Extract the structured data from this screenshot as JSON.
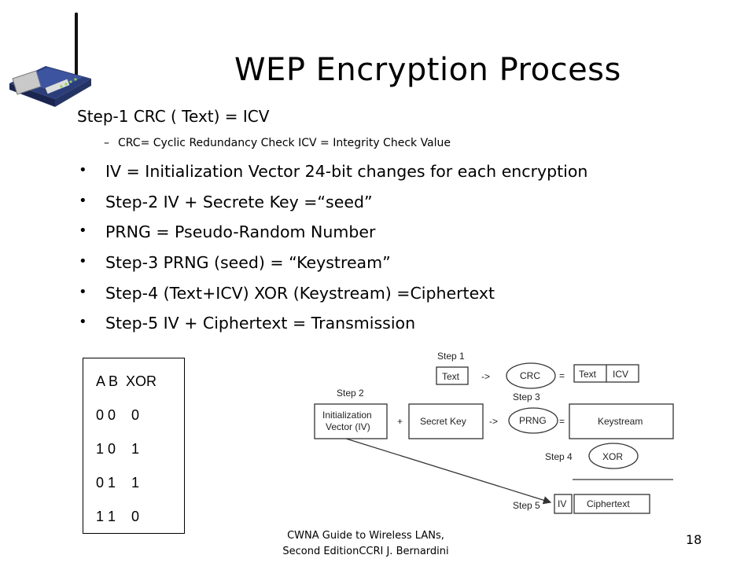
{
  "slide": {
    "title": "WEP Encryption Process",
    "step1": "Step-1 CRC ( Text) = ICV",
    "sub_dash": "–",
    "sub_text": "CRC= Cyclic Redundancy Check ICV = Integrity Check Value",
    "bullet_glyph": "•",
    "bullets": [
      "IV = Initialization Vector 24-bit changes for each encryption",
      "Step-2 IV + Secrete Key =“seed”",
      "PRNG = Pseudo-Random Number",
      "Step-3 PRNG (seed) = “Keystream”",
      "Step-4 (Text+ICV) XOR (Keystream) =Ciphertext",
      "Step-5 IV + Ciphertext = Transmission"
    ],
    "xor_table": [
      "A B  XOR",
      "0 0    0",
      "1 0    1",
      "0 1    1",
      "1 1    0"
    ],
    "diagram": {
      "step1": "Step 1",
      "text": "Text",
      "arrow1": "->",
      "crc": "CRC",
      "eq1": "=",
      "text2": "Text",
      "icv": "ICV",
      "step2": "Step 2",
      "iv_line1": "Initialization",
      "iv_line2": "Vector (IV)",
      "plus": "+",
      "secret_key": "Secret Key",
      "arrow2": "->",
      "step3": "Step 3",
      "prng": "PRNG",
      "eq2": "=",
      "keystream": "Keystream",
      "step4": "Step 4",
      "xor": "XOR",
      "step5": "Step 5",
      "iv": "IV",
      "ciphertext": "Ciphertext"
    },
    "footer_line1": "CWNA Guide to Wireless LANs,",
    "footer_line2": "Second EditionCCRI    J. Bernardini",
    "page_number": "18"
  }
}
